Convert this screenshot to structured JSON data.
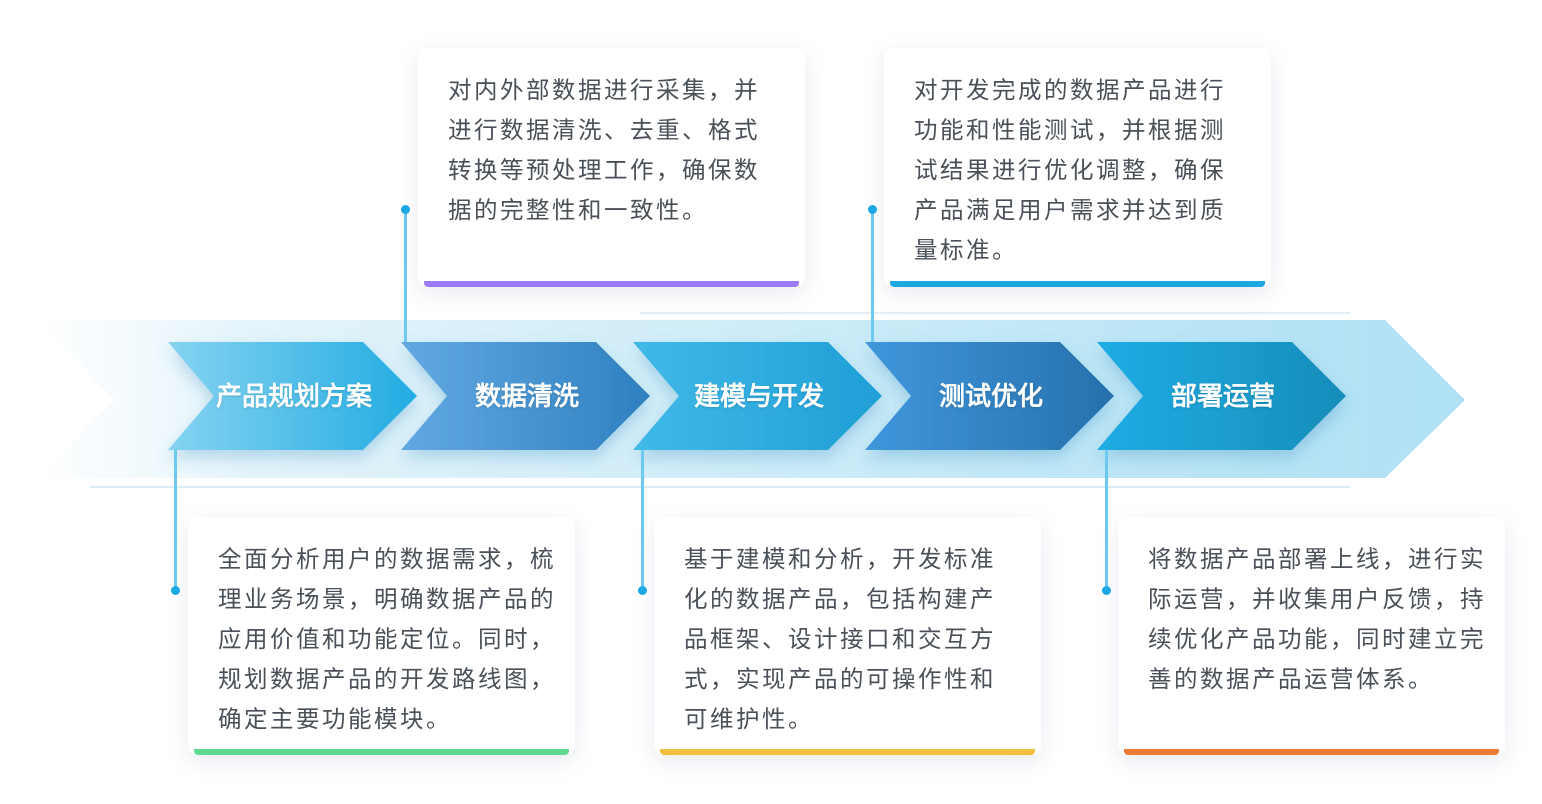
{
  "colors": {
    "band": "#bfe6f6",
    "accent": "#1aa9e6",
    "text": "#4a5058"
  },
  "steps": [
    {
      "label": "产品规划方案",
      "color_from": "#85d3f1",
      "color_to": "#22ace2",
      "bar": "#5fd891",
      "lines": [
        "全面分析用户的数据需求，梳",
        "理业务场景，明确数据产品的",
        "应用价值和功能定位。同时，",
        "规划数据产品的开发路线图，",
        "确定主要功能模块。"
      ]
    },
    {
      "label": "数据清洗",
      "color_from": "#62a9e2",
      "color_to": "#2f80c0",
      "bar": "#9b7cf6",
      "lines": [
        "对内外部数据进行采集，并",
        "进行数据清洗、去重、格式",
        "转换等预处理工作，确保数",
        "据的完整性和一致性。"
      ]
    },
    {
      "label": "建模与开发",
      "color_from": "#41b9e8",
      "color_to": "#1f9fd6",
      "bar": "#f3bf3f",
      "lines": [
        "基于建模和分析，开发标准",
        "化的数据产品，包括构建产",
        "品框架、设计接口和交互方",
        "式，实现产品的可操作性和",
        "可维护性。"
      ]
    },
    {
      "label": "测试优化",
      "color_from": "#4097dc",
      "color_to": "#2670ac",
      "bar": "#1ba7e0",
      "lines": [
        "对开发完成的数据产品进行",
        "功能和性能测试，并根据测",
        "试结果进行优化调整，确保",
        "产品满足用户需求并达到质",
        "量标准。"
      ]
    },
    {
      "label": "部署运营",
      "color_from": "#20ade4",
      "color_to": "#168dbb",
      "bar": "#ee7a35",
      "lines": [
        "将数据产品部署上线，进行实",
        "际运营，并收集用户反馈，持",
        "续优化产品功能，同时建立完",
        "善的数据产品运营体系。"
      ]
    }
  ]
}
